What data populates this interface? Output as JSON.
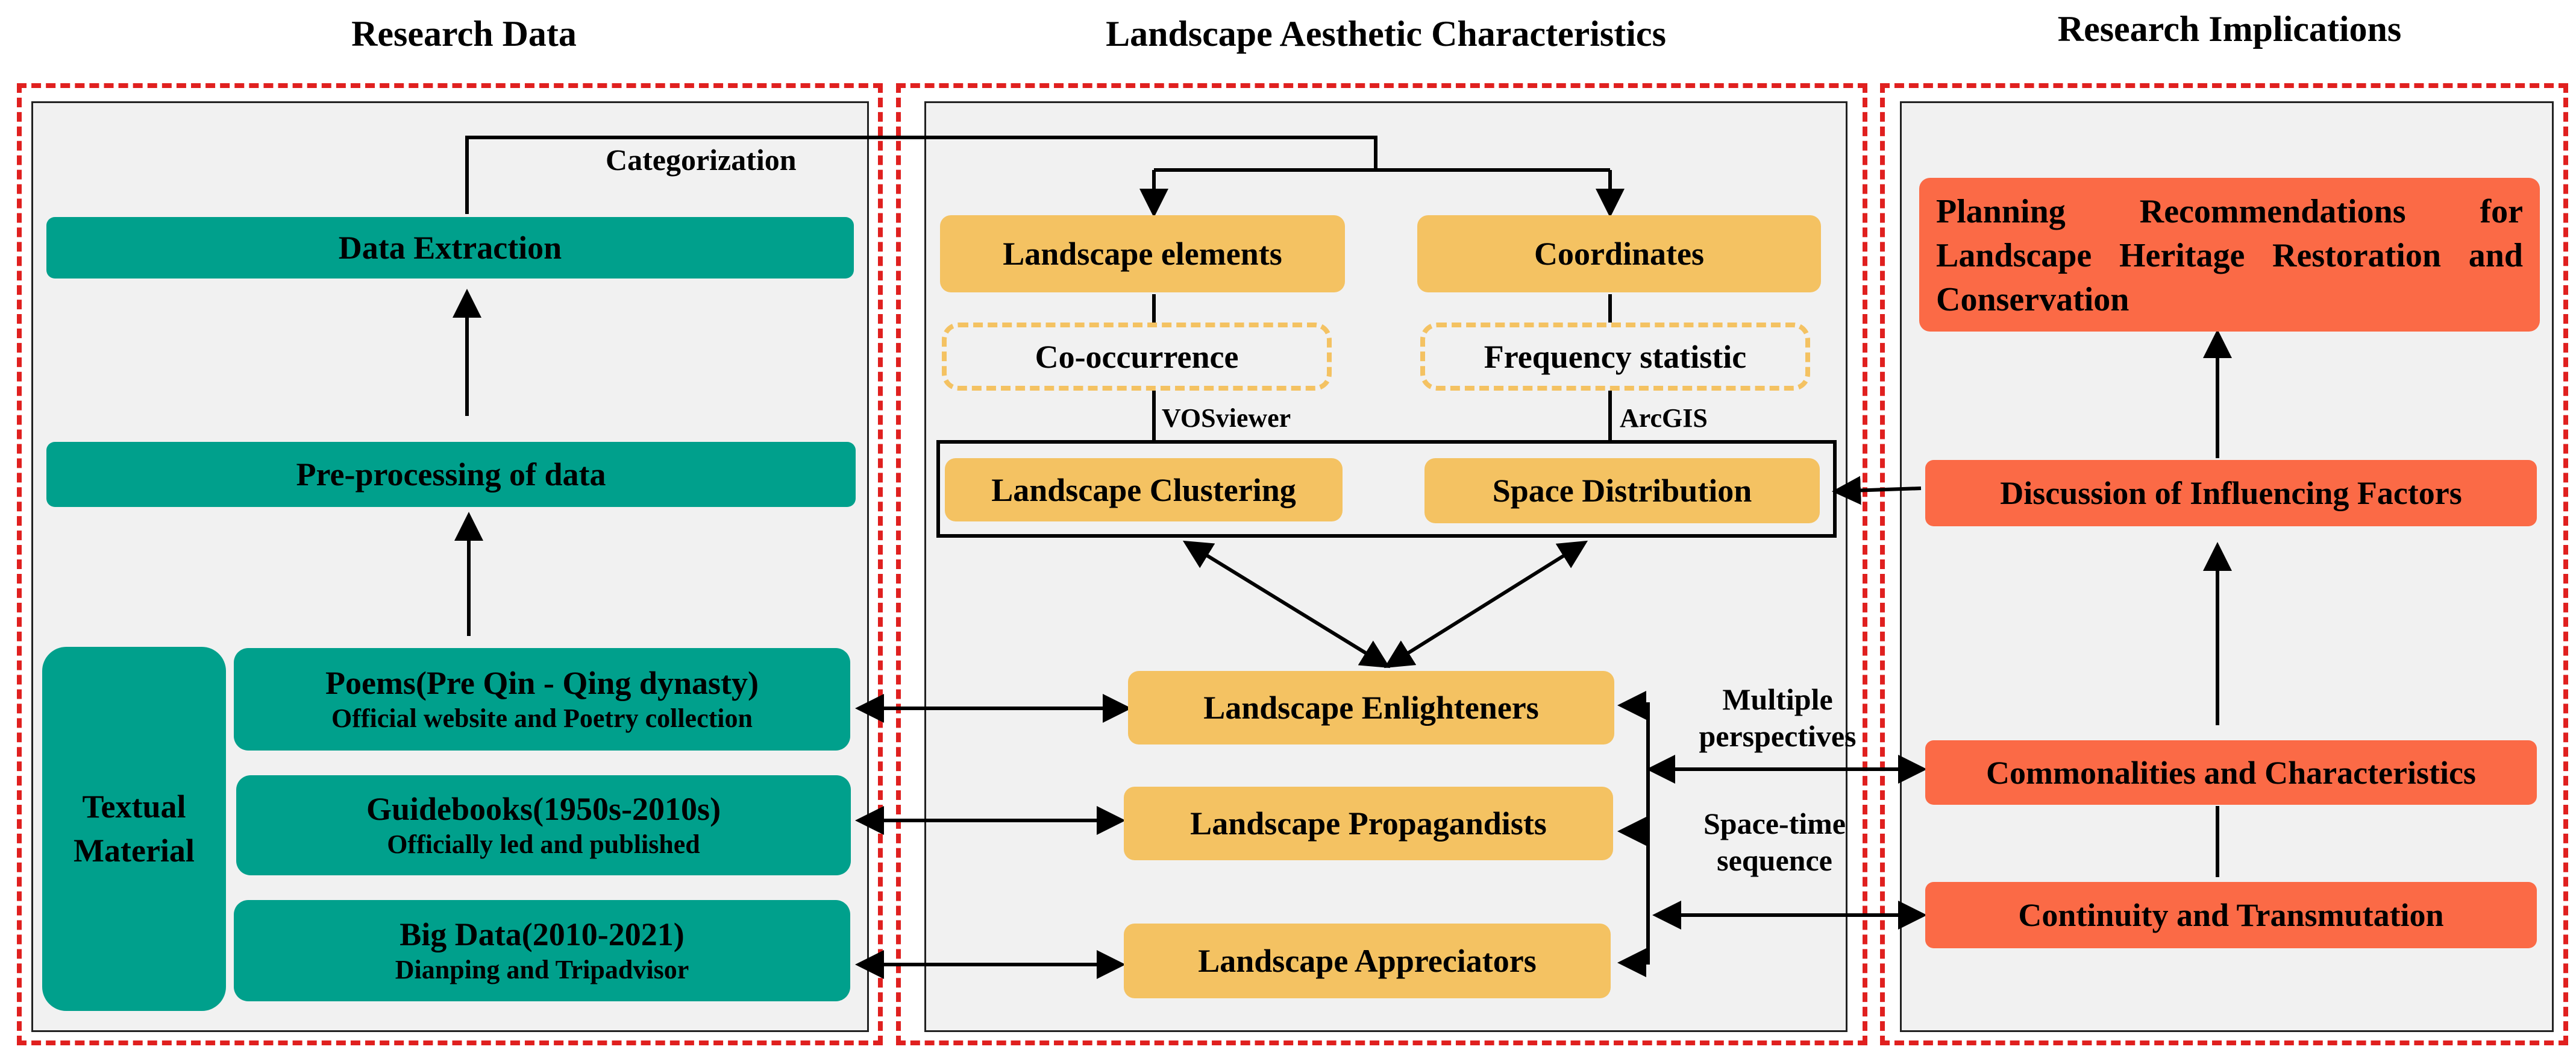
{
  "titles": {
    "research_data": "Research Data",
    "landscape": "Landscape Aesthetic Characteristics",
    "implications": "Research Implications"
  },
  "left": {
    "categorization": "Categorization",
    "data_extraction": "Data Extraction",
    "preprocessing": "Pre-processing of data",
    "textual_material": "Textual Material",
    "sources": [
      {
        "title": "Poems(Pre Qin - Qing dynasty)",
        "sub": "Official website and Poetry collection"
      },
      {
        "title": "Guidebooks(1950s-2010s)",
        "sub": "Officially led and published"
      },
      {
        "title": "Big Data(2010-2021)",
        "sub": "Dianping and Tripadvisor"
      }
    ]
  },
  "middle": {
    "landscape_elements": "Landscape elements",
    "coordinates": "Coordinates",
    "co_occurrence": "Co-occurrence",
    "frequency_statistic": "Frequency statistic",
    "vosviewer": "VOSviewer",
    "arcgis": "ArcGIS",
    "landscape_clustering": "Landscape Clustering",
    "space_distribution": "Space Distribution",
    "enlighteners": "Landscape Enlighteners",
    "propagandists": "Landscape Propagandists",
    "appreciators": "Landscape Appreciators",
    "multiple_perspectives": "Multiple perspectives",
    "space_time_sequence": "Space-time sequence"
  },
  "right": {
    "planning": "Planning Recommendations for Landscape Heritage Restoration and Conservation",
    "influencing": "Discussion of Influencing Factors",
    "commonalities": "Commonalities and Characteristics",
    "continuity": "Continuity and Transmutation"
  },
  "colors": {
    "teal": "#00a08c",
    "gold": "#f4c262",
    "red_box": "#fb6a46",
    "dashed_border": "#e0201f",
    "panel_bg": "#f1f1f1"
  }
}
